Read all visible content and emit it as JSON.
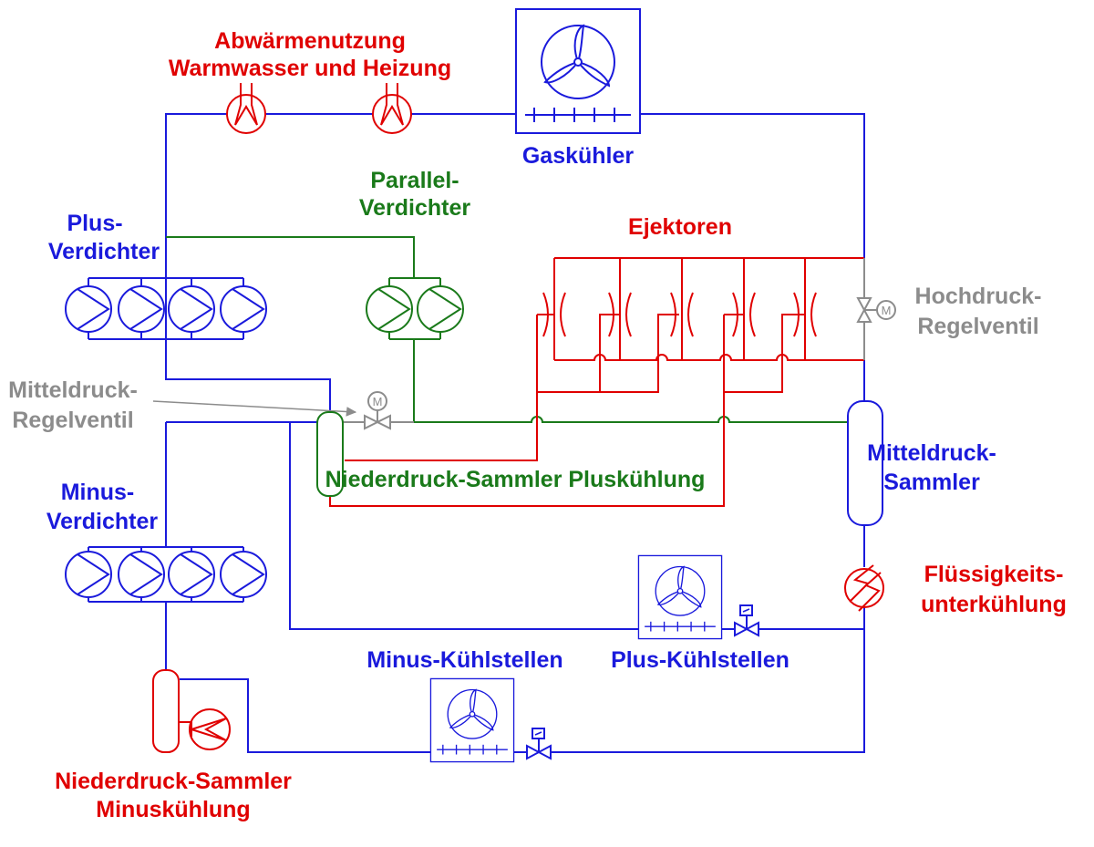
{
  "labels": {
    "abwaerme_line1": "Abwärmenutzung",
    "abwaerme_line2": "Warmwasser und Heizung",
    "gaskuehler": "Gaskühler",
    "parallel_line1": "Parallel-",
    "parallel_line2": "Verdichter",
    "plus_verd_line1": "Plus-",
    "plus_verd_line2": "Verdichter",
    "ejektoren": "Ejektoren",
    "hochdruck_line1": "Hochdruck-",
    "hochdruck_line2": "Regelventil",
    "mitteldruck_rv_line1": "Mitteldruck-",
    "mitteldruck_rv_line2": "Regelventil",
    "nd_sammler_plus": "Niederdruck-Sammler Pluskühlung",
    "md_sammler_line1": "Mitteldruck-",
    "md_sammler_line2": "Sammler",
    "minus_verd_line1": "Minus-",
    "minus_verd_line2": "Verdichter",
    "fluessig_line1": "Flüssigkeits-",
    "fluessig_line2": "unterkühlung",
    "plus_kuehlstellen": "Plus-Kühlstellen",
    "minus_kuehlstellen": "Minus-Kühlstellen",
    "nd_sammler_minus_line1": "Niederdruck-Sammler",
    "nd_sammler_minus_line2": "Minuskühlung",
    "motor_symbol": "M"
  },
  "colors": {
    "blue": "#1a1adc",
    "red": "#e00000",
    "green": "#1a7a1a",
    "gray": "#8c8c8c"
  },
  "icons": {
    "compressor": "compressor-icon",
    "fan": "fan-icon",
    "heat_exchanger": "heat-exchanger-icon",
    "ejector": "ejector-icon",
    "valve": "valve-icon",
    "motor": "motor-icon",
    "receiver": "receiver-vessel-icon"
  }
}
